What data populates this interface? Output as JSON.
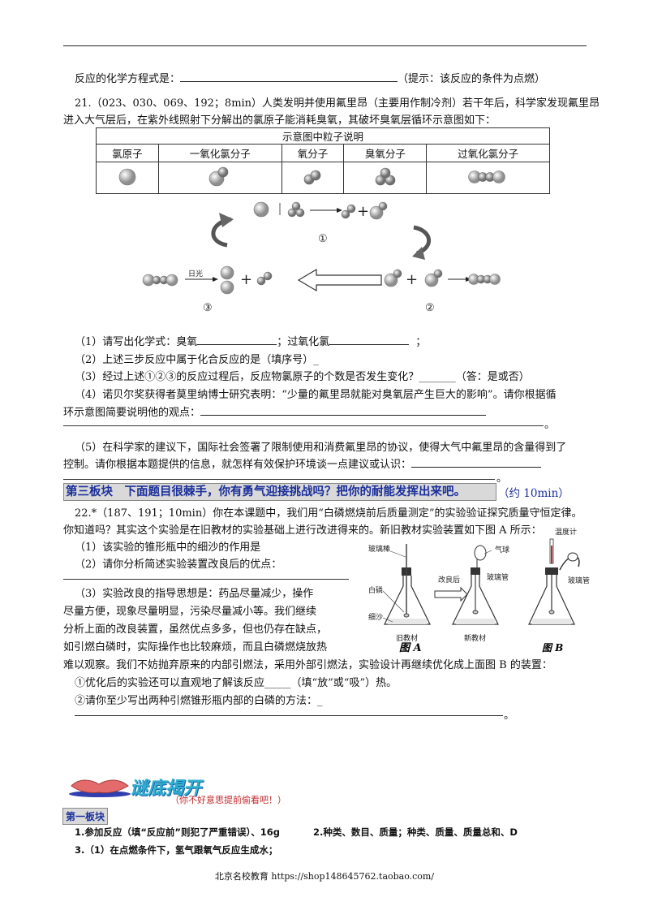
{
  "line_equation": {
    "label": "反应的化学方程式是：",
    "hint": "（提示：该反应的条件为点燃）"
  },
  "q21": {
    "line1": "21.（023、030、069、192；8min）人类发明并使用氟里昂（主要用作制冷剂）若干年后，科学家发现氟里昂",
    "line2": "进入大气层后，在紫外线照射下分解出的氯原子能消耗臭氧，其破坏臭氧层循环示意图如下：",
    "table_title": "示意图中粒子说明",
    "particles": [
      "氯原子",
      "一氧化氯分子",
      "氧分子",
      "臭氧分子",
      "过氧化氯分子"
    ],
    "cycle": {
      "step1": "①",
      "step2": "②",
      "step3": "③",
      "sunlight": "日光"
    },
    "sub1": "（1）请写出化学式：臭氧",
    "sub1b": "；过氧化氯",
    "sub1c": "；",
    "sub2": "（2）上述三步反应中属于化合反应的是（填序号）_",
    "sub3": "（3）经过上述①②③的反应过程后，反应物氯原子的个数是否发生变化？_______（答：是或否）",
    "sub4a": "（4）诺贝尔奖获得者莫里纳博士研究表明：“少量的氟里昂就能对臭氧层产生巨大的影响”。请你根据循",
    "sub4b": "环示意图简要说明他的观点：",
    "sub4c": "。",
    "sub5a": "（5）在科学家的建议下，国际社会签署了限制使用和消费氟里昂的协议，使得大气中氟里昂的含量得到了",
    "sub5b": "控制。请你根据本题提供的信息，就怎样有效保护环境谈一点建议或认识：",
    "sub5c": "。"
  },
  "section3": {
    "title": "第三板块　下面题目很棘手，你有勇气迎接挑战吗？把你的耐能发挥出来吧。",
    "time": "（约 10min）"
  },
  "q22": {
    "line1": "22.*（187、191；10min）你在本课题中，我们用“白磷燃烧前后质量测定”的实验验证探究质量守恒定律。",
    "line2": "你知道吗？其实这个实验是在旧教材的实验基础上进行改进得来的。新旧教材实验装置如下图 A 所示：",
    "sub1": "（1）该实验的锥形瓶中的细沙的作用是",
    "sub2": "（2）请你分析简述实验装置改良后的优点：",
    "sub3a": "（3）实验改良的指导思想是：药品尽量减少，操作",
    "sub3b": "尽量方便，现象尽量明显，污染尽量减小等。我们继续",
    "sub3c": "分析上面的改良装置，虽然优点多多，但也仍存在缺点，",
    "sub3d": "如引燃白磷时，实际操作也比较麻烦，而且白磷燃烧放热",
    "sub3e": "难以观察。我们不妨抛弃原来的内部引燃法，采用外部引燃法，实验设计再继续优化成上面图 B 的装置：",
    "sub3f": "①优化后的实验还可以直观地了解该反应_____（填“放”或“吸”）热。",
    "sub3g": "②请你至少写出两种引燃锥形瓶内部的白磷的方法：_",
    "sub3h": "。",
    "figure": {
      "glass_rod": "玻璃棒",
      "white_p": "白磷",
      "sand": "细沙",
      "old": "旧教材",
      "improved": "改良后",
      "balloon": "气球",
      "glass_tube": "玻璃管",
      "new": "新教材",
      "thermometer": "温度计",
      "glass_tube2": "玻璃管",
      "label_a": "图 A",
      "label_b": "图 B"
    }
  },
  "answers": {
    "banner": "谜底揭开",
    "peek": "（你不好意思提前偷看吧！）",
    "block1": "第一板块",
    "ans1": "1.参加反应（填“反应前”则犯了严重错误）、16g",
    "ans2": "2.种类、数目、质量；种类、质量、质量总和、D",
    "ans3": "3.（1）在点燃条件下，氢气跟氧气反应生成水；"
  },
  "footer": "北京名校教育 https://shop148645762.taobao.com/"
}
